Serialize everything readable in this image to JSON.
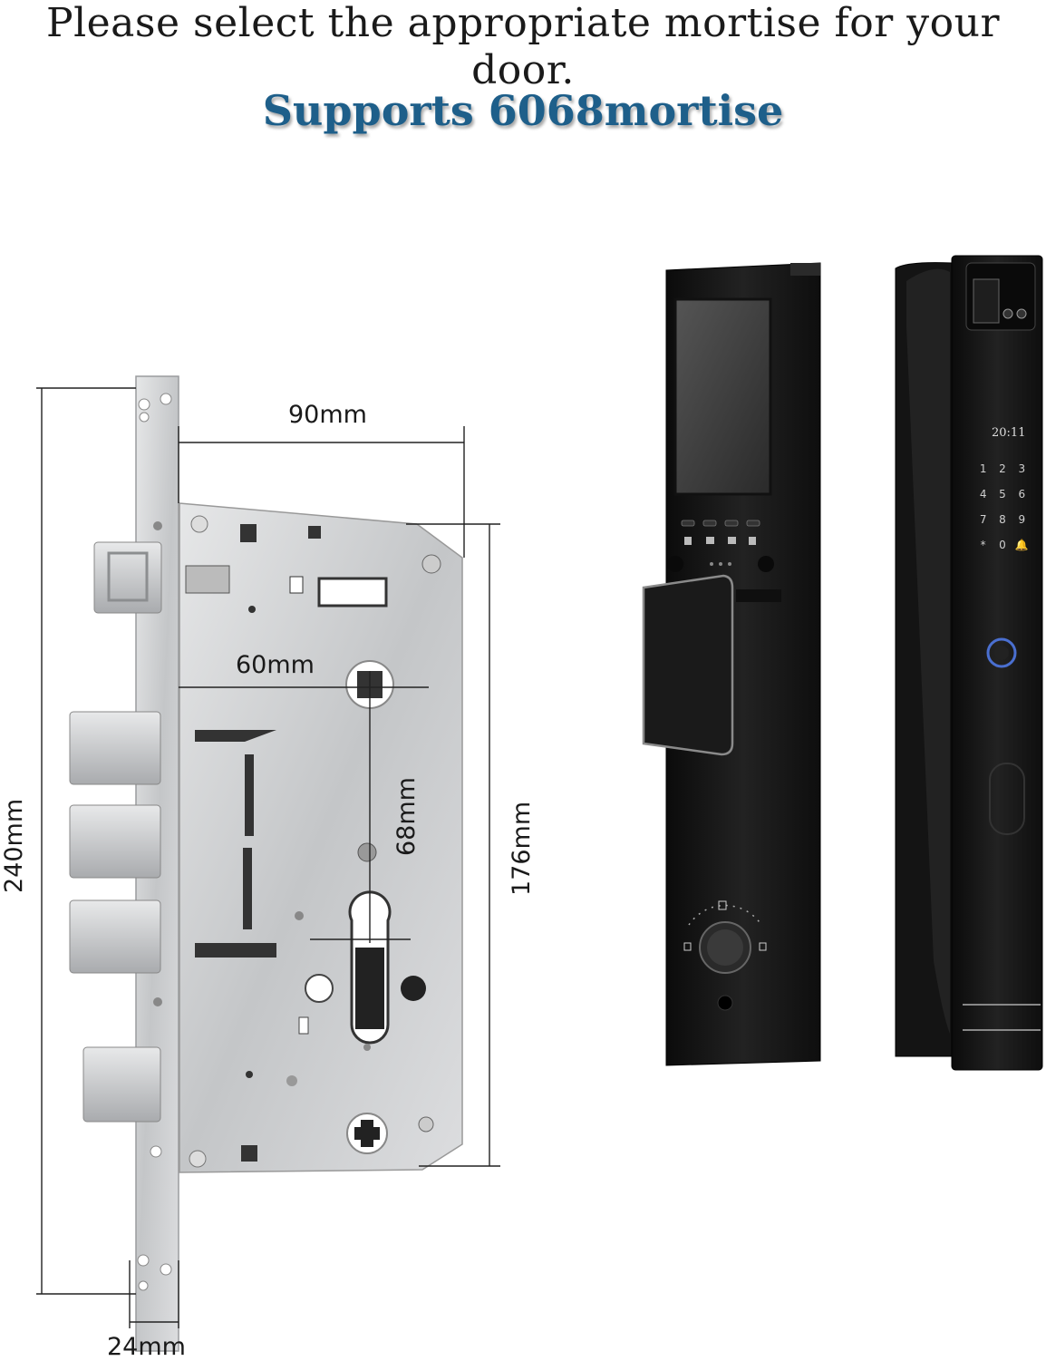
{
  "header": {
    "title": "Please select the appropriate mortise for your door.",
    "subtitle": "Supports 6068mortise"
  },
  "dimensions": {
    "width_total": "90mm",
    "backset": "60mm",
    "center_distance": "68mm",
    "height_total": "240mm",
    "body_height": "176mm",
    "faceplate_width": "24mm"
  },
  "lock_display": {
    "time": "20:11",
    "keypad": [
      "1",
      "2",
      "3",
      "4",
      "5",
      "6",
      "7",
      "8",
      "9",
      "*",
      "0",
      "🔔"
    ]
  },
  "colors": {
    "title": "#1a1a1a",
    "subtitle": "#1e5f8a",
    "steel": "#c9cbcd",
    "lock_body": "#141414"
  }
}
